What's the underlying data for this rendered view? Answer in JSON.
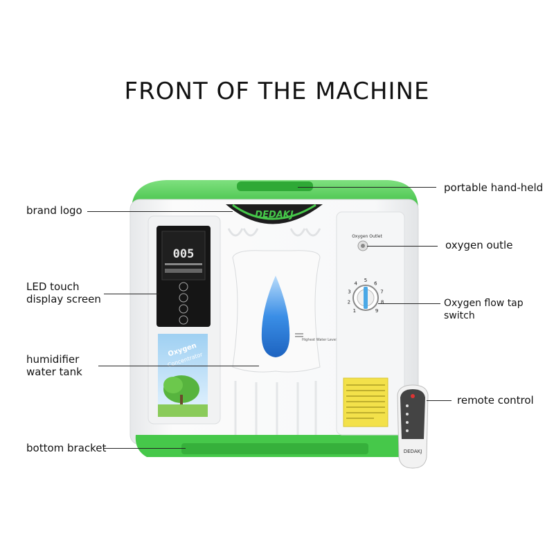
{
  "title": "FRONT OF THE MACHINE",
  "brand": "DEDAKJ",
  "labels": {
    "brand_logo": "brand logo",
    "led_line1": "LED touch",
    "led_line2": "display screen",
    "humidifier_line1": "humidifier",
    "humidifier_line2": "water tank",
    "bottom_bracket": "bottom bracket",
    "portable_handheld": "portable hand-held",
    "oxygen_outle": "oxygen outle",
    "flow_switch": "Oxygen flow tap switch",
    "remote_control": "remote control"
  },
  "machine": {
    "oxygen_outlet_text": "Oxygen Outlet",
    "display_digits": "005",
    "side_sticker_line1": "Oxygen",
    "side_sticker_line2": "Concentrator",
    "water_level_text": "Highest Water Level",
    "remote_brand": "DEDAKJ",
    "dial_numbers": [
      "1",
      "2",
      "3",
      "4",
      "5",
      "6",
      "7",
      "8",
      "9"
    ]
  },
  "colors": {
    "green": "#46c84a",
    "dark_green": "#2fa936",
    "body": "#f4f5f6",
    "lcd_bg": "#151515",
    "water": "#3a8ee6"
  }
}
